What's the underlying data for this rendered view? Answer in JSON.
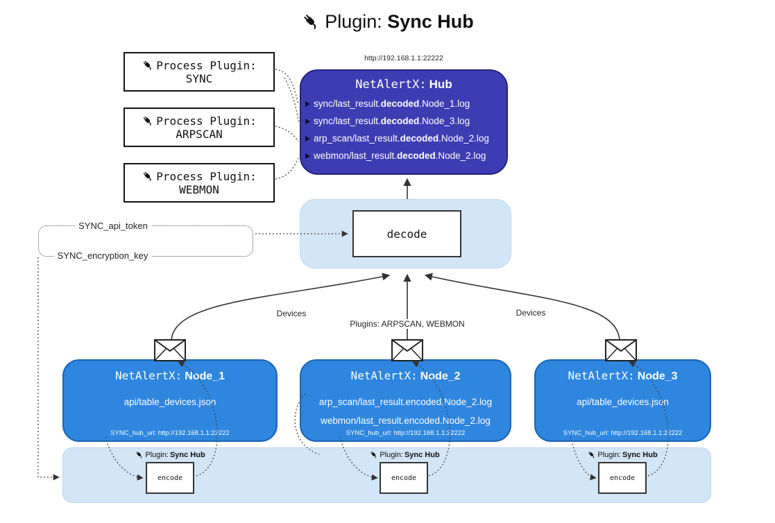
{
  "title": {
    "label": "Plugin:",
    "name": "Sync Hub"
  },
  "hub": {
    "url": "http://192.168.1.1:22222",
    "name_prefix": "NetAlertX:",
    "name_bold": "Hub",
    "lines": [
      {
        "pre": "sync/last_result.",
        "bold": "decoded",
        "post": ".Node_1.log"
      },
      {
        "pre": "sync/last_result.",
        "bold": "decoded",
        "post": ".Node_3.log"
      },
      {
        "pre": "arp_scan/last_result.",
        "bold": "decoded",
        "post": ".Node_2.log"
      },
      {
        "pre": "webmon/last_result.",
        "bold": "decoded",
        "post": ".Node_2.log"
      }
    ]
  },
  "process_plugins": [
    {
      "label": "Process Plugin:",
      "name": "SYNC"
    },
    {
      "label": "Process Plugin:",
      "name": "ARPSCAN"
    },
    {
      "label": "Process Plugin:",
      "name": "WEBMON"
    }
  ],
  "decode_box": {
    "label": "decode"
  },
  "keys": {
    "api_token": "SYNC_api_token",
    "encryption_key": "SYNC_encryption_key"
  },
  "edge_labels": {
    "devices_left": "Devices",
    "plugins_center": "Plugins: ARPSCAN, WEBMON",
    "devices_right": "Devices"
  },
  "nodes": [
    {
      "name_prefix": "NetAlertX:",
      "name_bold": "Node_1",
      "lines": [
        "api/table_devices.json"
      ],
      "footer": "SYNC_hub_url: http://192.168.1.1:22222"
    },
    {
      "name_prefix": "NetAlertX:",
      "name_bold": "Node_2",
      "lines": [
        "arp_scan/last_result.encoded.Node_2.log",
        "webmon/last_result.encoded.Node_2.log"
      ],
      "footer": "SYNC_hub_url: http://192.168.1.1:22222"
    },
    {
      "name_prefix": "NetAlertX:",
      "name_bold": "Node_3",
      "lines": [
        "api/table_devices.json"
      ],
      "footer": "SYNC_hub_url: http://192.168.1.1:22222"
    }
  ],
  "encoders": {
    "label": "Plugin:",
    "label_bold": "Sync Hub",
    "box_label": "encode"
  },
  "colors": {
    "hub_bg": "#3d3db3",
    "node_bg": "#2e86de",
    "panel_bg": "#d3e6f8",
    "line": "#333333"
  }
}
